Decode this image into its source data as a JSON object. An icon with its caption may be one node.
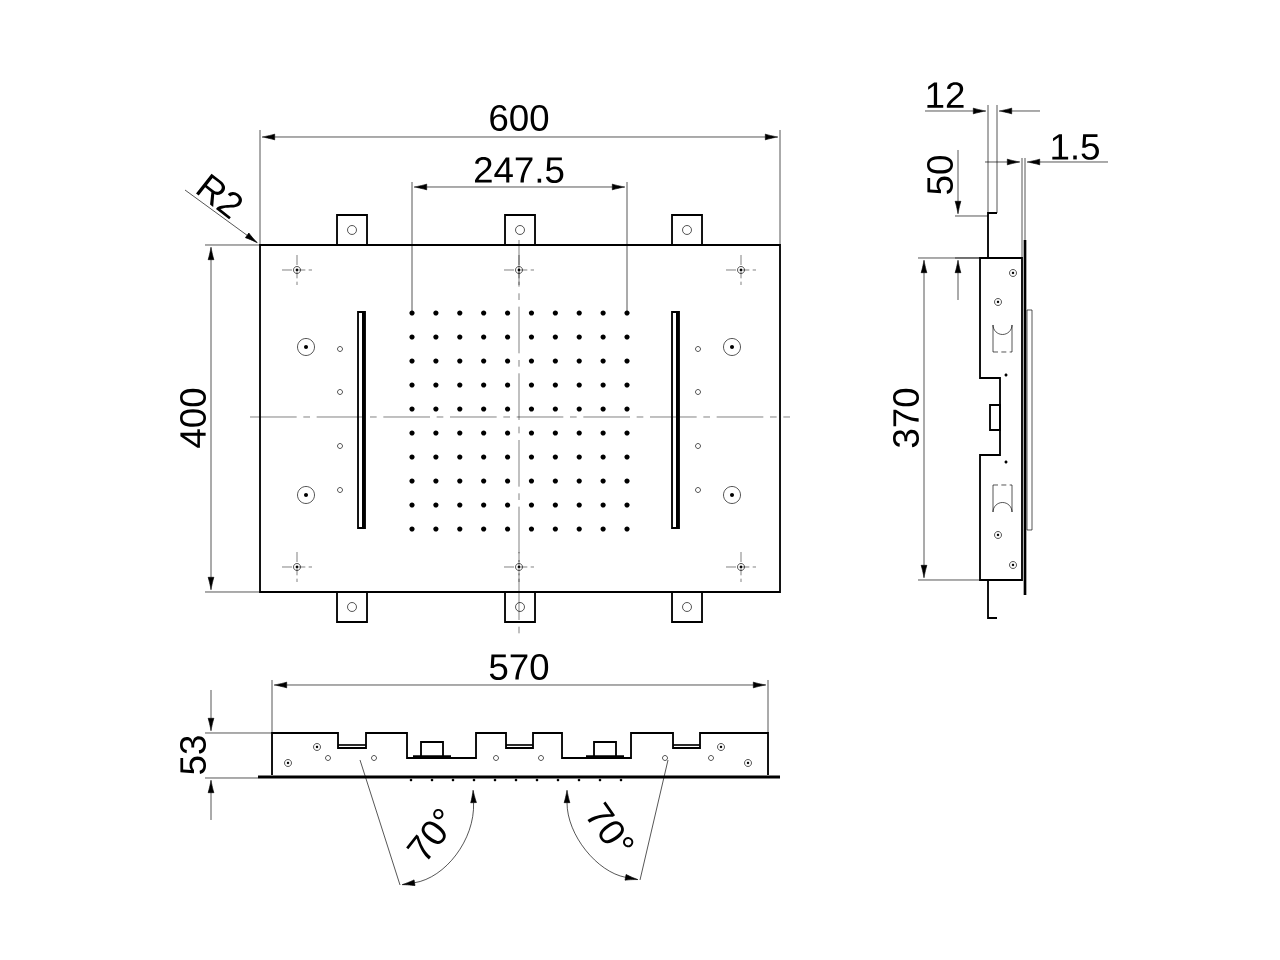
{
  "diagram": {
    "labels": [
      "12",
      "600",
      "1.5",
      "247.5",
      "50",
      "R2",
      "400",
      "370",
      "570",
      "53",
      "70°",
      "70°"
    ]
  }
}
